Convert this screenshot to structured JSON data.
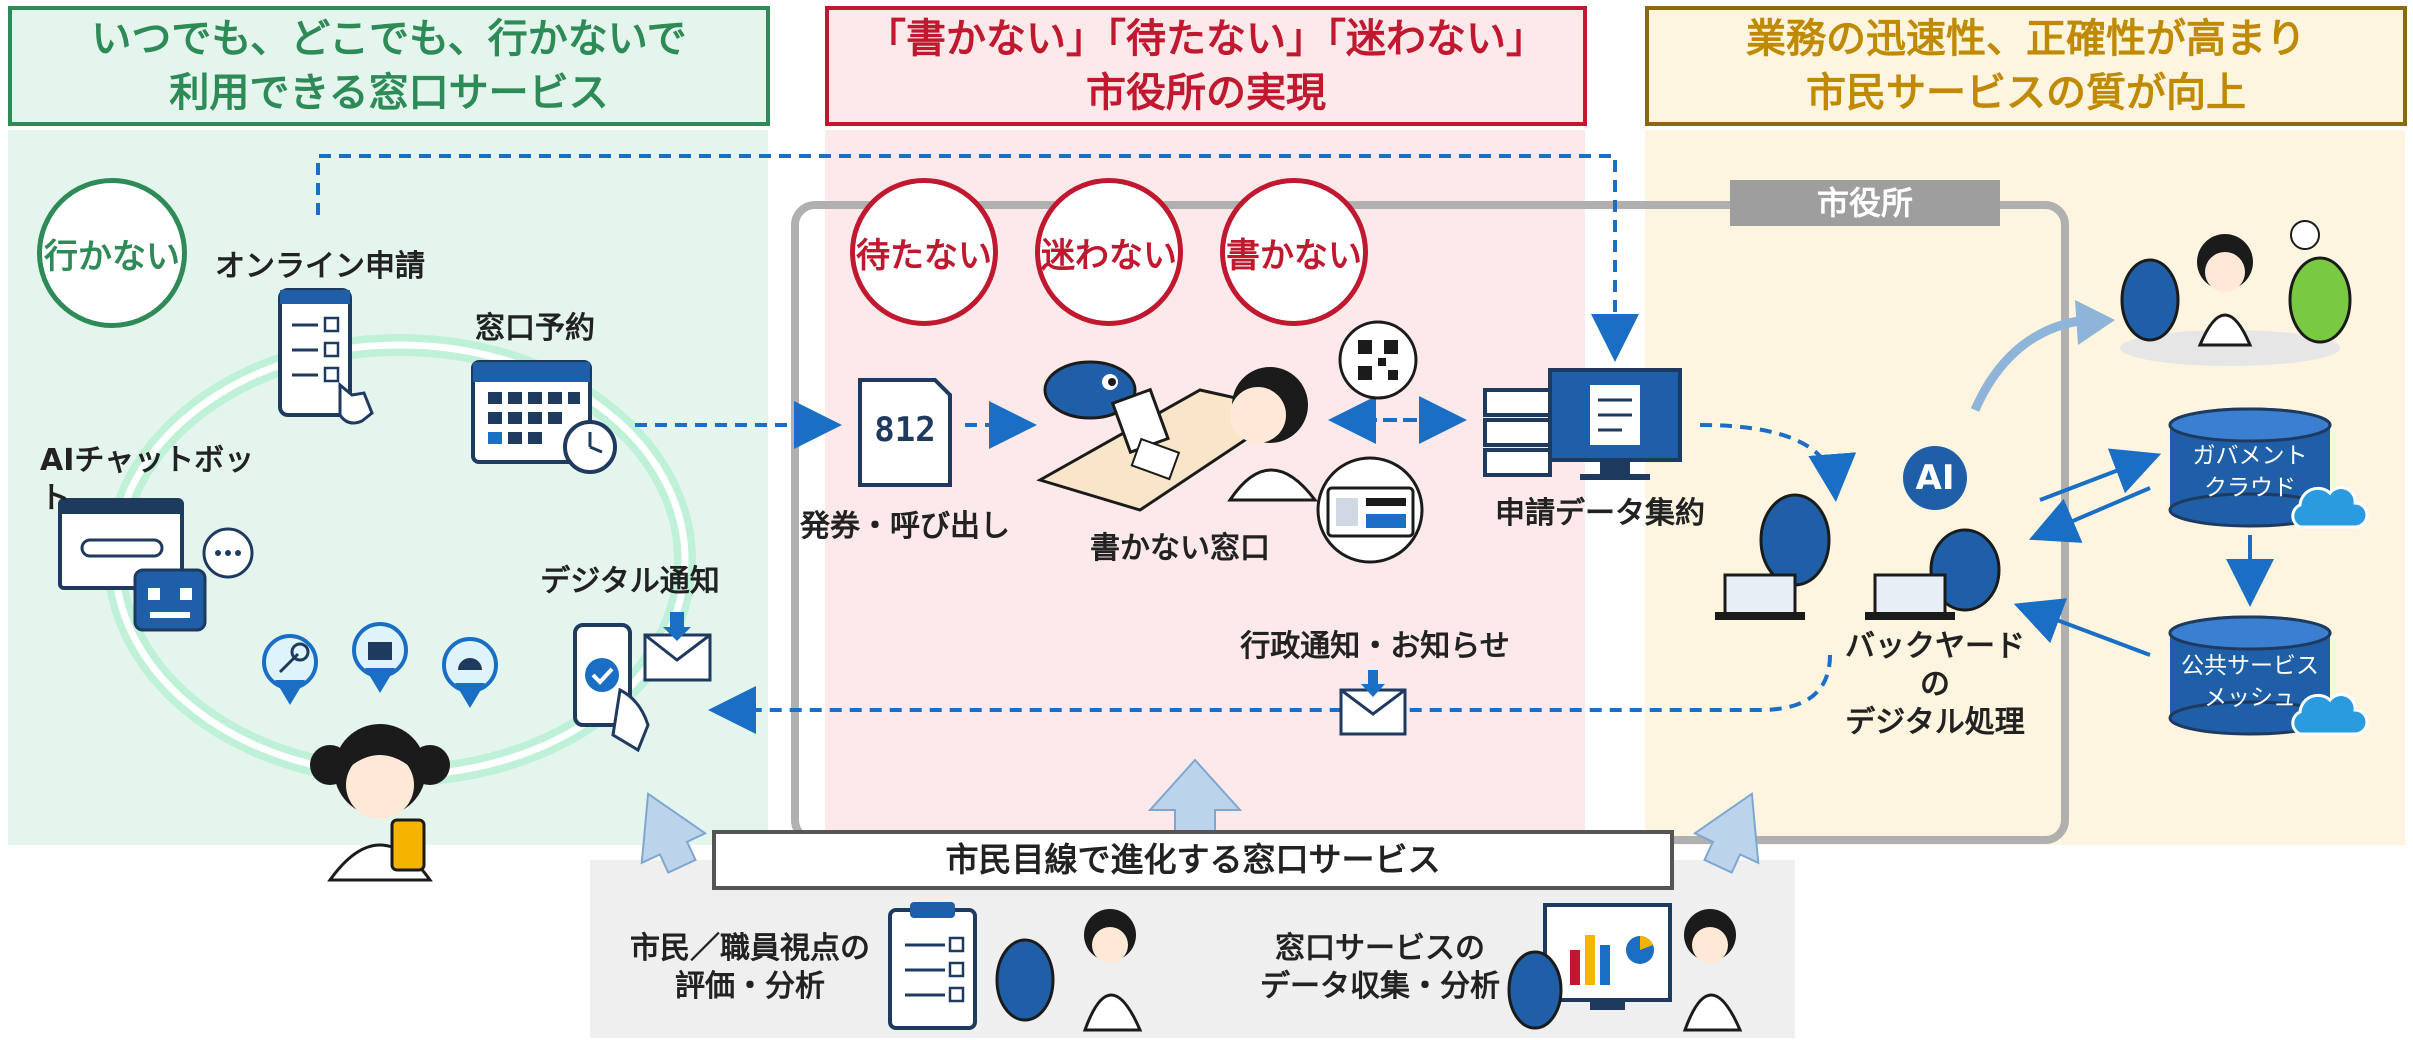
{
  "headers": {
    "left": "いつでも、どこでも、行かないで\n利用できる窓口サービス",
    "center": "「書かない」「待たない」「迷わない」\n市役所の実現",
    "right": "業務の迅速性、正確性が高まり\n市民サービスの質が向上"
  },
  "colors": {
    "green": "#2e8b57",
    "red": "#c0182f",
    "gold": "#b8860b",
    "blue": "#1a6fc4",
    "gray": "#9e9e9e"
  },
  "left": {
    "badge": "行かない",
    "online": "オンライン申請",
    "reserve": "窓口予約",
    "chatbot": "AIチャットボット",
    "notify": "デジタル通知"
  },
  "center": {
    "badges": [
      "待たない",
      "迷わない",
      "書かない"
    ],
    "ticket_number": "812",
    "ticket_label": "発券・呼び出し",
    "counter_label": "書かない窓口",
    "admin_notice": "行政通知・お知らせ"
  },
  "right": {
    "cityhall": "市役所",
    "data_collect": "申請データ集約",
    "ai": "AI",
    "backyard": "バックヤードの\nデジタル処理",
    "gov_cloud": "ガバメント\nクラウド",
    "public_mesh": "公共サービス\nメッシュ"
  },
  "bottom": {
    "title": "市民目線で進化する窓口サービス",
    "eval": "市民／職員視点の\n評価・分析",
    "data": "窓口サービスの\nデータ収集・分析"
  }
}
